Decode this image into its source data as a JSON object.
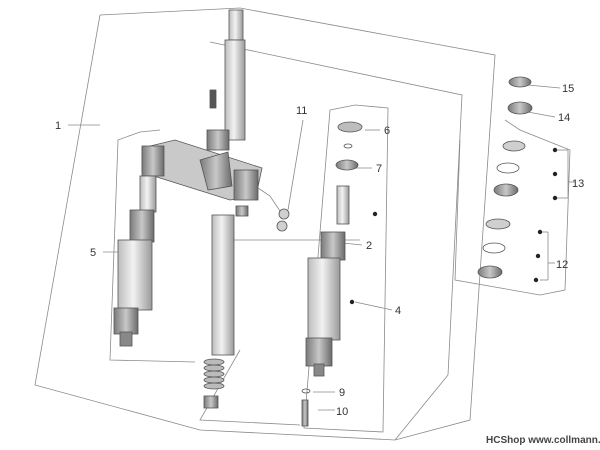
{
  "callouts": [
    {
      "id": "1",
      "text": "1"
    },
    {
      "id": "2",
      "text": "2"
    },
    {
      "id": "4",
      "text": "4"
    },
    {
      "id": "5",
      "text": "5"
    },
    {
      "id": "6",
      "text": "6"
    },
    {
      "id": "7",
      "text": "7"
    },
    {
      "id": "9",
      "text": "9"
    },
    {
      "id": "10",
      "text": "10"
    },
    {
      "id": "11",
      "text": "11"
    },
    {
      "id": "12",
      "text": "12"
    },
    {
      "id": "13",
      "text": "13"
    },
    {
      "id": "14",
      "text": "14"
    },
    {
      "id": "15",
      "text": "15"
    }
  ],
  "credit": "HCShop www.collmann.eu",
  "colors": {
    "line": "#8a8a8a",
    "part_light": "#e6e6e6",
    "part_dark": "#9a9a9a",
    "dot": "#222222"
  }
}
